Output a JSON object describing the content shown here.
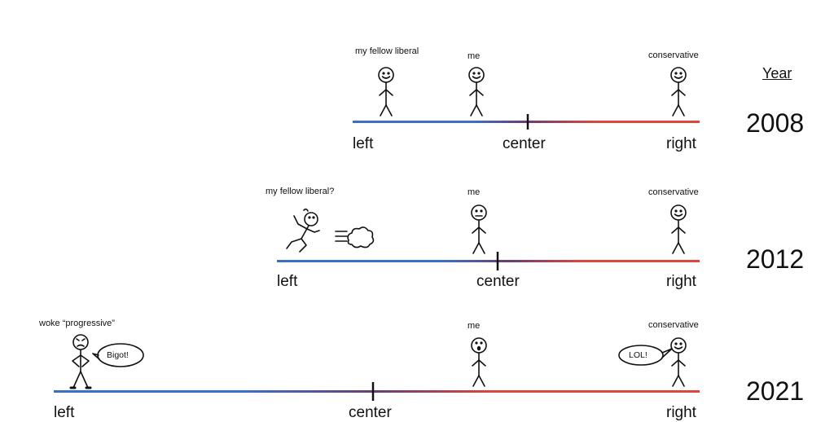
{
  "year_header": "Year",
  "rows": [
    {
      "year": "2008",
      "axis": {
        "left": "left",
        "center": "center",
        "right": "right"
      },
      "figures": {
        "liberal": "my fellow liberal",
        "me": "me",
        "conservative": "conservative"
      }
    },
    {
      "year": "2012",
      "axis": {
        "left": "left",
        "center": "center",
        "right": "right"
      },
      "figures": {
        "liberal": "my fellow liberal?",
        "me": "me",
        "conservative": "conservative"
      }
    },
    {
      "year": "2021",
      "axis": {
        "left": "left",
        "center": "center",
        "right": "right"
      },
      "figures": {
        "liberal": "woke “progressive”",
        "me": "me",
        "conservative": "conservative"
      },
      "speech": {
        "liberal": "Bigot!",
        "conservative": "LOL!"
      }
    }
  ],
  "colors": {
    "left_blue": "#3b6fc4",
    "mid_purple": "#6a3d73",
    "right_red": "#d9483b"
  },
  "icons": [
    "stick-figure-icon",
    "running-figure-icon",
    "dust-cloud-icon",
    "speech-bubble-icon"
  ]
}
